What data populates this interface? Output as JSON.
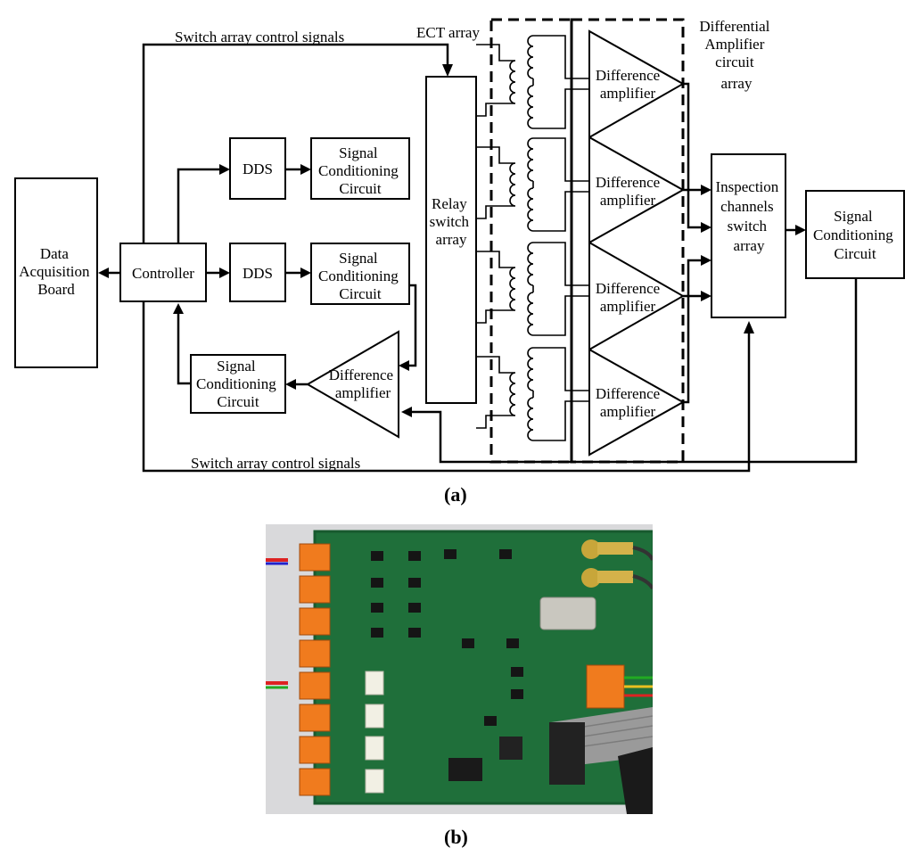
{
  "figure_a": {
    "caption": "(a)",
    "blocks": {
      "data_acquisition_board": [
        "Data",
        "Acquisition",
        "Board"
      ],
      "controller": "Controller",
      "dds_top": "DDS",
      "dds_bottom": "DDS",
      "signal_conditioning_top": [
        "Signal",
        "Conditioning",
        "Circuit"
      ],
      "signal_conditioning_mid": [
        "Signal",
        "Conditioning",
        "Circuit"
      ],
      "signal_conditioning_feedback": [
        "Signal",
        "Conditioning",
        "Circuit"
      ],
      "signal_conditioning_output": [
        "Signal",
        "Conditioning",
        "Circuit"
      ],
      "relay_switch_array": [
        "Relay",
        "switch",
        "array"
      ],
      "inspection_channels_switch_array": [
        "Inspection",
        "channels",
        "switch",
        "array"
      ],
      "difference_amplifier_feedback": [
        "Difference",
        "amplifier"
      ],
      "difference_amplifier_array": [
        [
          "Difference",
          "amplifier"
        ],
        [
          "Difference",
          "amplifier"
        ],
        [
          "Difference",
          "amplifier"
        ],
        [
          "Difference",
          "amplifier"
        ]
      ]
    },
    "labels": {
      "switch_control_top": "Switch array control signals",
      "switch_control_bottom": "Switch array control signals",
      "ect_array": "ECT array",
      "differential_amplifier_array": [
        "Differential",
        "Amplifier",
        "circuit",
        "array"
      ]
    }
  },
  "figure_b": {
    "caption": "(b)",
    "board_colors": {
      "pcb": "#1f6f3a",
      "connector": "#f07b1e",
      "relay": "#f2f0e4",
      "ribbon_cable": "#9a9a9a",
      "background": "#d9d9db"
    }
  }
}
